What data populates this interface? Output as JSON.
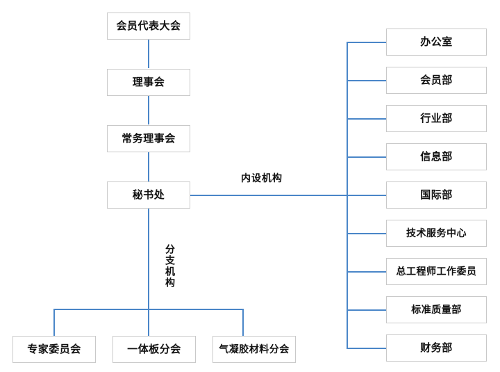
{
  "chart_data": {
    "type": "diagram",
    "diagram_kind": "organization-chart",
    "title": "",
    "orientation": "vertical-spine-with-side-branches",
    "colors": {
      "connector": "#4a86c8",
      "node_border": "#c9c9c9",
      "node_fill": "#ffffff",
      "text": "#111111",
      "background": "#ffffff"
    },
    "nodes": [
      {
        "id": "n1",
        "label": "会员代表大会",
        "column": "spine",
        "level": 1
      },
      {
        "id": "n2",
        "label": "理事会",
        "column": "spine",
        "level": 2
      },
      {
        "id": "n3",
        "label": "常务理事会",
        "column": "spine",
        "level": 3
      },
      {
        "id": "n4",
        "label": "秘书处",
        "column": "spine",
        "level": 4
      },
      {
        "id": "r1",
        "label": "办公室",
        "column": "right",
        "level": 5
      },
      {
        "id": "r2",
        "label": "会员部",
        "column": "right",
        "level": 5
      },
      {
        "id": "r3",
        "label": "行业部",
        "column": "right",
        "level": 5
      },
      {
        "id": "r4",
        "label": "信息部",
        "column": "right",
        "level": 5
      },
      {
        "id": "r5",
        "label": "国际部",
        "column": "right",
        "level": 5
      },
      {
        "id": "r6",
        "label": "技术服务中心",
        "column": "right",
        "level": 5
      },
      {
        "id": "r7",
        "label": "总工程师工作委员",
        "column": "right",
        "level": 5
      },
      {
        "id": "r8",
        "label": "标准质量部",
        "column": "right",
        "level": 5
      },
      {
        "id": "r9",
        "label": "财务部",
        "column": "right",
        "level": 5
      },
      {
        "id": "b1",
        "label": "专家委员会",
        "column": "bottom",
        "level": 5
      },
      {
        "id": "b2",
        "label": "一体板分会",
        "column": "bottom",
        "level": 5
      },
      {
        "id": "b3",
        "label": "气凝胶材料分会",
        "column": "bottom",
        "level": 5
      }
    ],
    "edge_labels": [
      {
        "id": "e1",
        "label": "内设机构",
        "attached_to": "秘书处 → 右侧部门",
        "orientation": "horizontal"
      },
      {
        "id": "e2",
        "label": "分支机构",
        "attached_to": "秘书处 → 下方分会",
        "orientation": "vertical"
      }
    ]
  },
  "spine": {
    "nodes": [
      {
        "label": "会员代表大会"
      },
      {
        "label": "理事会"
      },
      {
        "label": "常务理事会"
      },
      {
        "label": "秘书处"
      }
    ]
  },
  "internal_departments": {
    "label": "内设机构",
    "nodes": [
      {
        "label": "办公室"
      },
      {
        "label": "会员部"
      },
      {
        "label": "行业部"
      },
      {
        "label": "信息部"
      },
      {
        "label": "国际部"
      },
      {
        "label": "技术服务中心"
      },
      {
        "label": "总工程师工作委员"
      },
      {
        "label": "标准质量部"
      },
      {
        "label": "财务部"
      }
    ]
  },
  "branch_organizations": {
    "label": "分支机构",
    "nodes": [
      {
        "label": "专家委员会"
      },
      {
        "label": "一体板分会"
      },
      {
        "label": "气凝胶材料分会"
      }
    ]
  }
}
